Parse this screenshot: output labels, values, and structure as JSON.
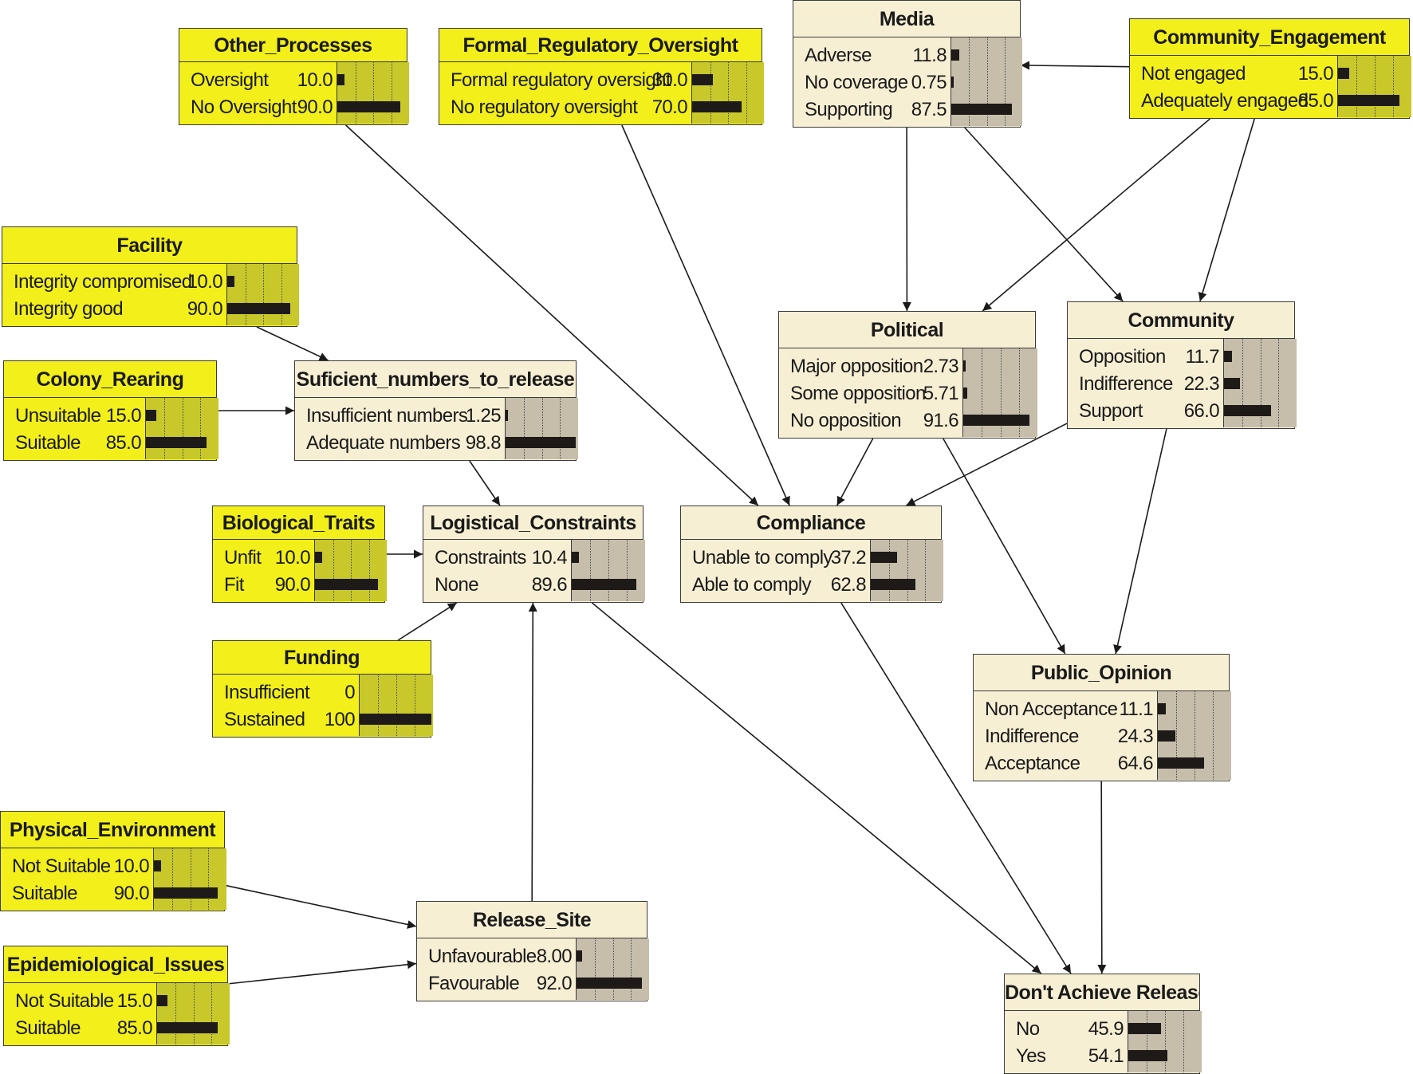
{
  "nodes": [
    {
      "id": "other_processes",
      "title": "Other_Processes",
      "style": "yellow",
      "states": [
        [
          "Oversight",
          "10.0",
          10
        ],
        [
          "No Oversight",
          "90.0",
          90
        ]
      ]
    },
    {
      "id": "formal_regulatory_oversight",
      "title": "Formal_Regulatory_Oversight",
      "style": "yellow",
      "states": [
        [
          "Formal regulatory oversight",
          "30.0",
          30
        ],
        [
          "No regulatory oversight",
          "70.0",
          70
        ]
      ]
    },
    {
      "id": "media",
      "title": "Media",
      "style": "cream",
      "states": [
        [
          "Adverse",
          "11.8",
          11.8
        ],
        [
          "No coverage",
          "0.75",
          0.75
        ],
        [
          "Supporting",
          "87.5",
          87.5
        ]
      ]
    },
    {
      "id": "community_engagement",
      "title": "Community_Engagement",
      "style": "yellow",
      "states": [
        [
          "Not engaged",
          "15.0",
          15
        ],
        [
          "Adequately engaged",
          "85.0",
          85
        ]
      ]
    },
    {
      "id": "facility",
      "title": "Facility",
      "style": "yellow",
      "states": [
        [
          "Integrity compromised",
          "10.0",
          10
        ],
        [
          "Integrity good",
          "90.0",
          90
        ]
      ]
    },
    {
      "id": "colony_rearing",
      "title": "Colony_Rearing",
      "style": "yellow",
      "states": [
        [
          "Unsuitable",
          "15.0",
          15
        ],
        [
          "Suitable",
          "85.0",
          85
        ]
      ]
    },
    {
      "id": "sufficient_numbers",
      "title": "Suficient_numbers_to_release",
      "style": "cream",
      "states": [
        [
          "Insufficient numbers",
          "1.25",
          1.25
        ],
        [
          "Adequate numbers",
          "98.8",
          98.8
        ]
      ]
    },
    {
      "id": "political",
      "title": "Political",
      "style": "cream",
      "states": [
        [
          "Major opposition",
          "2.73",
          2.73
        ],
        [
          "Some opposition",
          "5.71",
          5.71
        ],
        [
          "No opposition",
          "91.6",
          91.6
        ]
      ]
    },
    {
      "id": "community",
      "title": "Community",
      "style": "cream",
      "states": [
        [
          "Opposition",
          "11.7",
          11.7
        ],
        [
          "Indifference",
          "22.3",
          22.3
        ],
        [
          "Support",
          "66.0",
          66
        ]
      ]
    },
    {
      "id": "biological_traits",
      "title": "Biological_Traits",
      "style": "yellow",
      "states": [
        [
          "Unfit",
          "10.0",
          10
        ],
        [
          "Fit",
          "90.0",
          90
        ]
      ]
    },
    {
      "id": "logistical_constraints",
      "title": "Logistical_Constraints",
      "style": "cream",
      "states": [
        [
          "Constraints",
          "10.4",
          10.4
        ],
        [
          "None",
          "89.6",
          89.6
        ]
      ]
    },
    {
      "id": "compliance",
      "title": "Compliance",
      "style": "cream",
      "states": [
        [
          "Unable to comply",
          "37.2",
          37.2
        ],
        [
          "Able to comply",
          "62.8",
          62.8
        ]
      ]
    },
    {
      "id": "funding",
      "title": "Funding",
      "style": "yellow",
      "states": [
        [
          "Insufficient",
          "0",
          0
        ],
        [
          "Sustained",
          "100",
          100
        ]
      ]
    },
    {
      "id": "public_opinion",
      "title": "Public_Opinion",
      "style": "cream",
      "states": [
        [
          "Non Acceptance",
          "11.1",
          11.1
        ],
        [
          "Indifference",
          "24.3",
          24.3
        ],
        [
          "Acceptance",
          "64.6",
          64.6
        ]
      ]
    },
    {
      "id": "physical_environment",
      "title": "Physical_Environment",
      "style": "yellow",
      "states": [
        [
          "Not Suitable",
          "10.0",
          10
        ],
        [
          "Suitable",
          "90.0",
          90
        ]
      ]
    },
    {
      "id": "epidemiological_issues",
      "title": "Epidemiological_Issues",
      "style": "yellow",
      "states": [
        [
          "Not Suitable",
          "15.0",
          15
        ],
        [
          "Suitable",
          "85.0",
          85
        ]
      ]
    },
    {
      "id": "release_site",
      "title": "Release_Site",
      "style": "cream",
      "states": [
        [
          "Unfavourable",
          "8.00",
          8
        ],
        [
          "Favourable",
          "92.0",
          92
        ]
      ]
    },
    {
      "id": "dont_achieve_release",
      "title": "Don't Achieve Release",
      "style": "cream",
      "states": [
        [
          "No",
          "45.9",
          45.9
        ],
        [
          "Yes",
          "54.1",
          54.1
        ]
      ]
    }
  ],
  "edges": [
    [
      "other_processes",
      "compliance"
    ],
    [
      "formal_regulatory_oversight",
      "compliance"
    ],
    [
      "community_engagement",
      "media"
    ],
    [
      "community_engagement",
      "political"
    ],
    [
      "community_engagement",
      "community"
    ],
    [
      "media",
      "political"
    ],
    [
      "media",
      "community"
    ],
    [
      "facility",
      "sufficient_numbers"
    ],
    [
      "colony_rearing",
      "sufficient_numbers"
    ],
    [
      "sufficient_numbers",
      "logistical_constraints"
    ],
    [
      "biological_traits",
      "logistical_constraints"
    ],
    [
      "funding",
      "logistical_constraints"
    ],
    [
      "release_site",
      "logistical_constraints"
    ],
    [
      "physical_environment",
      "release_site"
    ],
    [
      "epidemiological_issues",
      "release_site"
    ],
    [
      "political",
      "compliance"
    ],
    [
      "community",
      "compliance"
    ],
    [
      "political",
      "public_opinion"
    ],
    [
      "community",
      "public_opinion"
    ],
    [
      "logistical_constraints",
      "dont_achieve_release"
    ],
    [
      "compliance",
      "dont_achieve_release"
    ],
    [
      "public_opinion",
      "dont_achieve_release"
    ]
  ]
}
